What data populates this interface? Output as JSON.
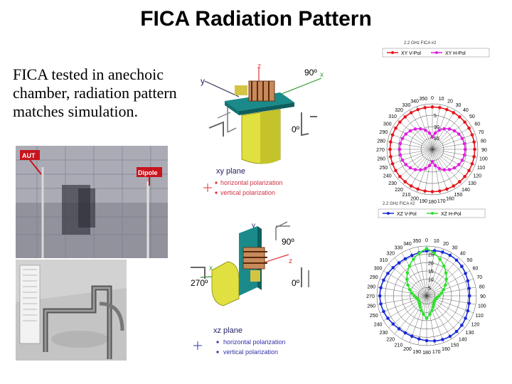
{
  "slide": {
    "title": "FICA Radiation Pattern",
    "body": "FICA tested in anechoic chamber, radiation pattern matches simulation."
  },
  "chamber_photo": {
    "aut_label": "AUT",
    "dipole_label": "Dipole"
  },
  "xy_diagram": {
    "axis_z": "z",
    "axis_y": "y",
    "axis_x": "x",
    "angle_90": "90º",
    "angle_0": "0º",
    "plane_label": "xy plane",
    "legend_h": "horizontal polarization",
    "legend_v": "vertical polarization"
  },
  "xz_diagram": {
    "axis_y": "y",
    "axis_z": "z",
    "axis_x": "x",
    "angle_90": "90º",
    "angle_270": "270º",
    "angle_0": "0º",
    "plane_label": "xz plane",
    "legend_h": "horizontal polarization",
    "legend_v": "vertical polarization"
  },
  "polar_xy": {
    "title": "2.2 GHz FICA #2",
    "legend": [
      "XY V-Pol",
      "XY H-Pol"
    ],
    "colors": [
      "#e8141c",
      "#e020e0"
    ],
    "rings": [
      "15",
      "10",
      "5"
    ],
    "angles": [
      "0",
      "10",
      "20",
      "30",
      "40",
      "50",
      "60",
      "70",
      "80",
      "90",
      "100",
      "110",
      "120",
      "130",
      "140",
      "150",
      "160",
      "170",
      "180",
      "190",
      "200",
      "210",
      "220",
      "230",
      "240",
      "250",
      "260",
      "270",
      "280",
      "290",
      "300",
      "310",
      "320",
      "330",
      "340",
      "350"
    ]
  },
  "polar_xz": {
    "title": "2.2 GHz FICA #2",
    "legend": [
      "XZ V-Pol",
      "XZ H-Pol"
    ],
    "colors": [
      "#1a2ad8",
      "#2fe02f"
    ],
    "rings": [
      "5",
      "10",
      "15",
      "20",
      "25"
    ],
    "angles": [
      "0",
      "10",
      "20",
      "30",
      "40",
      "50",
      "60",
      "70",
      "80",
      "90",
      "100",
      "110",
      "120",
      "130",
      "140",
      "150",
      "160",
      "170",
      "180",
      "190",
      "200",
      "210",
      "220",
      "230",
      "240",
      "250",
      "260",
      "270",
      "280",
      "290",
      "300",
      "310",
      "320",
      "330",
      "340",
      "350"
    ]
  }
}
